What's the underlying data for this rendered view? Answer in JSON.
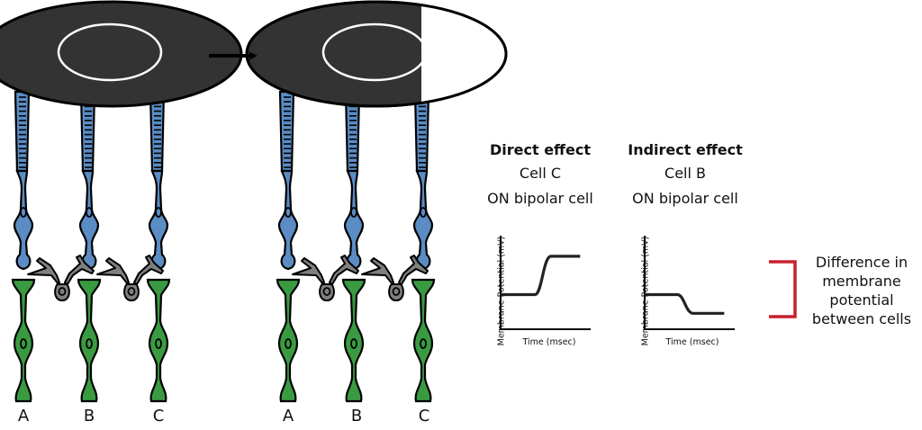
{
  "colors": {
    "photoreceptor": "#5b8cc4",
    "bipolar": "#3a9a42",
    "horizontal": "#7f7f7f",
    "disc": "#333333",
    "outline": "#000000",
    "bracket": "#c8202e"
  },
  "panels": [
    {
      "name": "before",
      "light_spot": false,
      "cell_labels": [
        "A",
        "B",
        "C"
      ]
    },
    {
      "name": "after",
      "light_spot": true,
      "cell_labels": [
        "A",
        "B",
        "C"
      ]
    }
  ],
  "graphs": [
    {
      "title": "Direct effect",
      "cell": "Cell C",
      "cell_type": "ON bipolar cell",
      "xlabel": "Time (msec)",
      "ylabel": "Membrane Potential (mV)",
      "trend": "depolarization",
      "baseline_level": 0.37,
      "final_level": 0.78,
      "change_time": 0.48
    },
    {
      "title": "Indirect effect",
      "cell": "Cell B",
      "cell_type": "ON bipolar cell",
      "xlabel": "Time (msec)",
      "ylabel": "Membrane Potential (mV)",
      "trend": "hyperpolarization",
      "baseline_level": 0.37,
      "final_level": 0.17,
      "change_time": 0.46
    }
  ],
  "annotation": {
    "lines": [
      "Difference in",
      "membrane",
      "potential",
      "between cells"
    ]
  }
}
